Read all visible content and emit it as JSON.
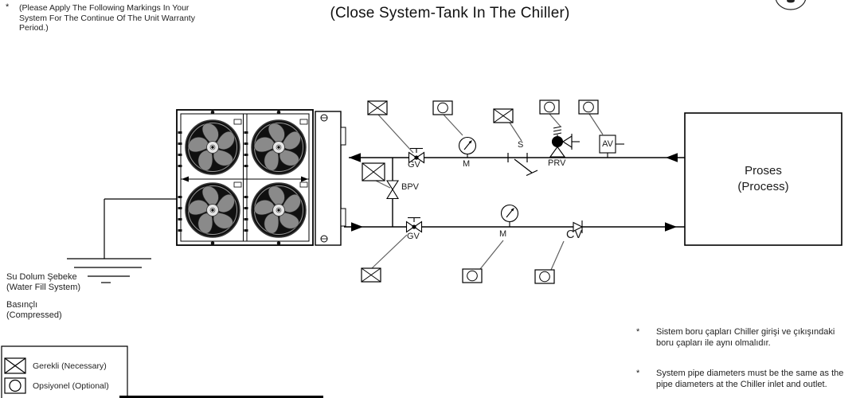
{
  "header_note": {
    "marker": "*",
    "lines": [
      "(Please Apply The Following Markings In Your",
      "System For The Continue Of The Unit Warranty",
      "Period.)"
    ]
  },
  "title": "(Close System-Tank In The Chiller)",
  "process": {
    "line1": "Proses",
    "line2": "(Process)"
  },
  "labels": {
    "gv_top": "GV",
    "m_top": "M",
    "strainer": "S",
    "prv": "PRV",
    "av": "AV",
    "bpv": "BPV",
    "gv_bottom": "GV",
    "m_bottom": "M",
    "cv": "CV"
  },
  "water_fill": {
    "line1": "Su Dolum Şebeke",
    "line2": "(Water Fill System)"
  },
  "compressed": {
    "line1": "Basınçlı",
    "line2": "(Compressed)"
  },
  "legend": {
    "necessary": "Gerekli (Necessary)",
    "optional": "Opsiyonel (Optional)"
  },
  "notes": [
    {
      "marker": "*",
      "lines": [
        "Sistem boru çapları Chiller girişi ve çıkışındaki",
        "boru çapları ile aynı olmalıdır."
      ]
    },
    {
      "marker": "*",
      "lines": [
        "System pipe diameters must be the same as the",
        "pipe diameters at the Chiller inlet and outlet."
      ]
    }
  ],
  "colors": {
    "background": "#ffffff",
    "line": "#000000",
    "leader": "#606060",
    "fan_blade": "#8a8a8a",
    "fan_dark": "#101010"
  }
}
